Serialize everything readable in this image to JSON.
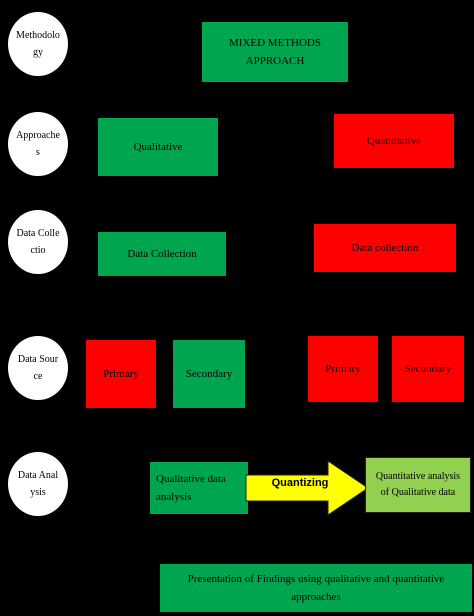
{
  "rows": [
    {
      "label": "Methodology"
    },
    {
      "label": "Approaches"
    },
    {
      "label": "Data Collectio"
    },
    {
      "label": "Data Source"
    },
    {
      "label": "Data Analysis"
    }
  ],
  "boxes": {
    "mixed_methods": "MIXED METHODS APPROACH",
    "qualitative": "Qualitative",
    "quantitative": "Quantitative",
    "qual_data_collection": "Data Collection",
    "quant_data_collection": "Data collection",
    "qual_primary": "Primary",
    "qual_secondary": "Secondary",
    "quant_primary": "Primary",
    "quant_secondary": "Secondary",
    "qual_analysis": "Qualitative data analysis",
    "quant_analysis": "Quantitative analysis of Qualitative data",
    "presentation": "Presentation of Findings using qualitative and quantitative approaches"
  },
  "arrow": {
    "label": "Quantizing"
  },
  "colors": {
    "background": "#000000",
    "qualitative": "#00a550",
    "quantitative": "#ff0000",
    "quantitative_analysis": "#92d050",
    "arrow_fill": "#ffff00"
  }
}
